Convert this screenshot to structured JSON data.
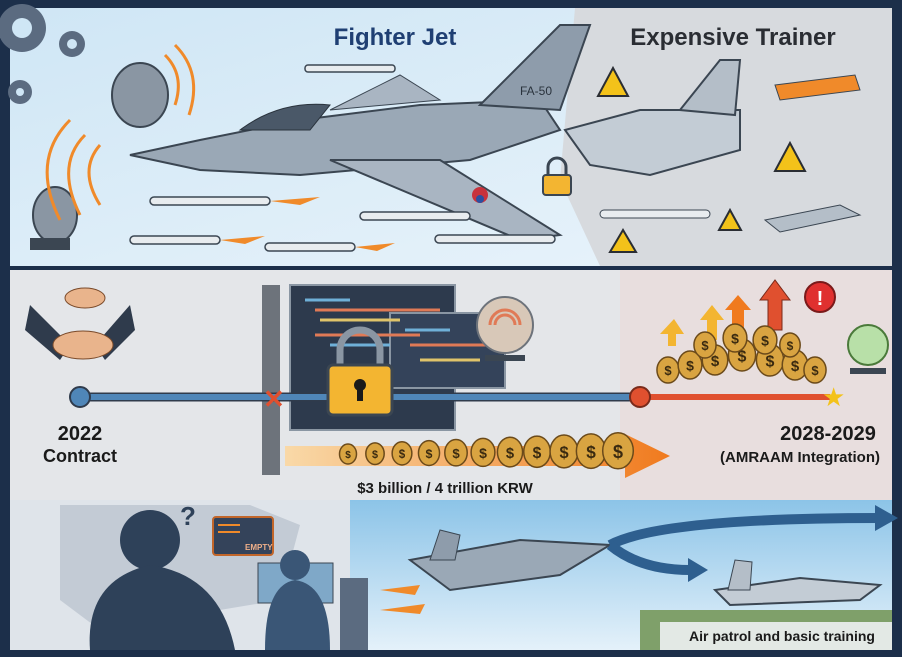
{
  "top": {
    "left_title": "Fighter Jet",
    "right_title": "Expensive Trainer",
    "tail_code": "FA-50"
  },
  "timeline": {
    "start_year": "2022",
    "start_label": "Contract",
    "cost_label": "$3 billion / 4 trillion KRW",
    "end_year": "2028-2029",
    "end_label": "(AMRAAM Integration)",
    "money_symbol": "$",
    "alert_symbol": "!"
  },
  "bottom": {
    "screen_label": "EMPTY",
    "question_mark": "?",
    "caption": "Air patrol and basic training"
  },
  "colors": {
    "navy": "#1c2f4a",
    "title_blue": "#1f3f73",
    "timeline_blue": "#4f86b8",
    "timeline_red": "#e0502f",
    "money_gold": "#d9a441",
    "arrow_orange": "#f07a1e",
    "warning_yellow": "#f3c21a"
  }
}
